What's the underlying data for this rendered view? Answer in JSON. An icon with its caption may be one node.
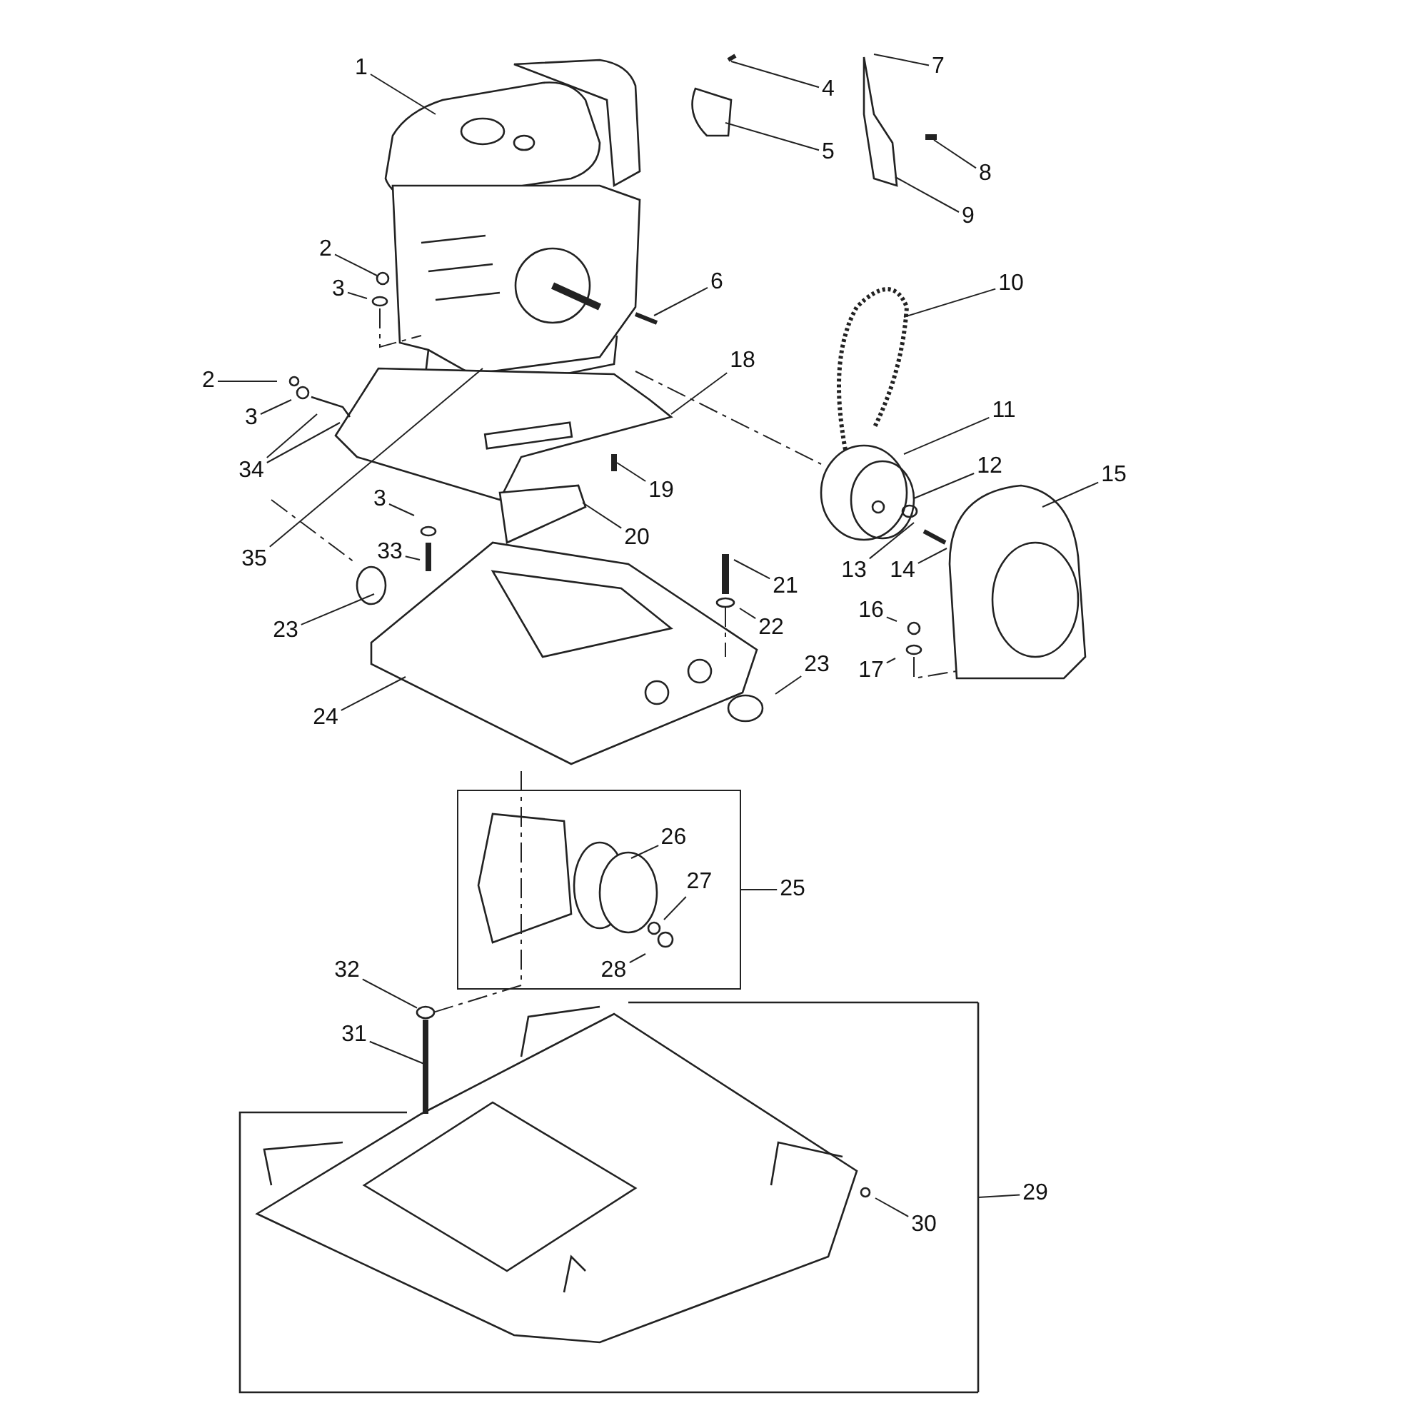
{
  "diagram": {
    "nodes": [
      {
        "text": [
          "1"
        ]
      },
      {
        "text": [
          "2"
        ]
      },
      {
        "text": [
          "3"
        ]
      },
      {
        "text": [
          "6"
        ]
      },
      {
        "text": [
          "4"
        ]
      },
      {
        "text": [
          "5"
        ]
      },
      {
        "text": [
          "7"
        ]
      },
      {
        "text": [
          "8"
        ]
      },
      {
        "text": [
          "9"
        ]
      },
      {
        "text": [
          "10"
        ]
      },
      {
        "text": [
          "11"
        ]
      },
      {
        "text": [
          "12"
        ]
      },
      {
        "text": [
          "13"
        ]
      },
      {
        "text": [
          "14"
        ]
      },
      {
        "text": [
          "15"
        ]
      },
      {
        "text": [
          "16"
        ]
      },
      {
        "text": [
          "17"
        ]
      },
      {
        "text": [
          "2"
        ]
      },
      {
        "text": [
          "3"
        ]
      },
      {
        "text": [
          "34"
        ]
      },
      {
        "text": [
          "18"
        ]
      },
      {
        "text": [
          "19"
        ]
      },
      {
        "text": [
          "35"
        ]
      },
      {
        "text": [
          "3"
        ]
      },
      {
        "text": [
          "33"
        ]
      },
      {
        "text": [
          "20"
        ]
      },
      {
        "text": [
          "23"
        ]
      },
      {
        "text": [
          "24"
        ]
      },
      {
        "text": [
          "21"
        ]
      },
      {
        "text": [
          "22"
        ]
      },
      {
        "text": [
          "23"
        ]
      },
      {
        "text": [
          "26"
        ],
        "in": 39
      },
      {
        "text": [
          "25"
        ]
      },
      {
        "text": [
          "27"
        ],
        "in": 39
      },
      {
        "text": [
          "28"
        ],
        "in": 39
      },
      {
        "text": [
          "32"
        ]
      },
      {
        "text": [
          "31"
        ]
      },
      {
        "text": [
          "30"
        ]
      },
      {
        "text": [
          "29"
        ]
      },
      {
        "text": [],
        "shape": "box"
      },
      {
        "text": [],
        "shape": "box"
      },
      {
        "text": [],
        "shape": "circle"
      },
      {
        "text": [],
        "shape": "circle"
      }
    ],
    "edges": [
      {
        "from": 0,
        "to": null,
        "arrow": "none"
      },
      {
        "from": 1,
        "to": 41,
        "arrow": "none"
      },
      {
        "from": 2,
        "to": null,
        "arrow": "none"
      },
      {
        "from": 3,
        "to": null,
        "arrow": "none"
      },
      {
        "from": 4,
        "to": null,
        "arrow": "none"
      },
      {
        "from": 5,
        "to": null,
        "arrow": "none"
      },
      {
        "from": 6,
        "to": null,
        "arrow": "none"
      },
      {
        "from": 7,
        "to": null,
        "arrow": "none"
      },
      {
        "from": 8,
        "to": null,
        "arrow": "none"
      },
      {
        "from": 9,
        "to": null,
        "arrow": "none"
      },
      {
        "from": 10,
        "to": null,
        "arrow": "none"
      },
      {
        "from": 11,
        "to": null,
        "arrow": "none"
      },
      {
        "from": 12,
        "to": null,
        "arrow": "none"
      },
      {
        "from": 13,
        "to": null,
        "arrow": "none"
      },
      {
        "from": 14,
        "to": null,
        "arrow": "none"
      },
      {
        "from": 15,
        "to": null,
        "arrow": "none"
      },
      {
        "from": 16,
        "to": null,
        "arrow": "none"
      },
      {
        "from": 17,
        "to": null,
        "arrow": "none"
      },
      {
        "from": 18,
        "to": null,
        "arrow": "none"
      },
      {
        "from": 19,
        "to": null,
        "arrow": "none"
      },
      {
        "from": 19,
        "to": null,
        "arrow": "none"
      },
      {
        "from": 20,
        "to": null,
        "arrow": "none"
      },
      {
        "from": 21,
        "to": null,
        "arrow": "none"
      },
      {
        "from": 22,
        "to": null,
        "arrow": "none"
      },
      {
        "from": 23,
        "to": null,
        "arrow": "none"
      },
      {
        "from": 24,
        "to": null,
        "arrow": "none"
      },
      {
        "from": 25,
        "to": null,
        "arrow": "none"
      },
      {
        "from": 26,
        "to": null,
        "arrow": "none"
      },
      {
        "from": 27,
        "to": null,
        "arrow": "none"
      },
      {
        "from": 28,
        "to": null,
        "arrow": "none"
      },
      {
        "from": 29,
        "to": null,
        "arrow": "none"
      },
      {
        "from": 30,
        "to": null,
        "arrow": "none"
      },
      {
        "from": 31,
        "to": null,
        "arrow": "none"
      },
      {
        "from": 32,
        "to": 39,
        "arrow": "none"
      },
      {
        "from": 33,
        "to": null,
        "arrow": "none"
      },
      {
        "from": 34,
        "to": null,
        "arrow": "none"
      },
      {
        "from": 35,
        "to": 42,
        "arrow": "none"
      },
      {
        "from": 36,
        "to": null,
        "arrow": "none"
      },
      {
        "from": 37,
        "to": null,
        "arrow": "none"
      },
      {
        "from": 38,
        "to": 40,
        "arrow": "none"
      }
    ]
  }
}
